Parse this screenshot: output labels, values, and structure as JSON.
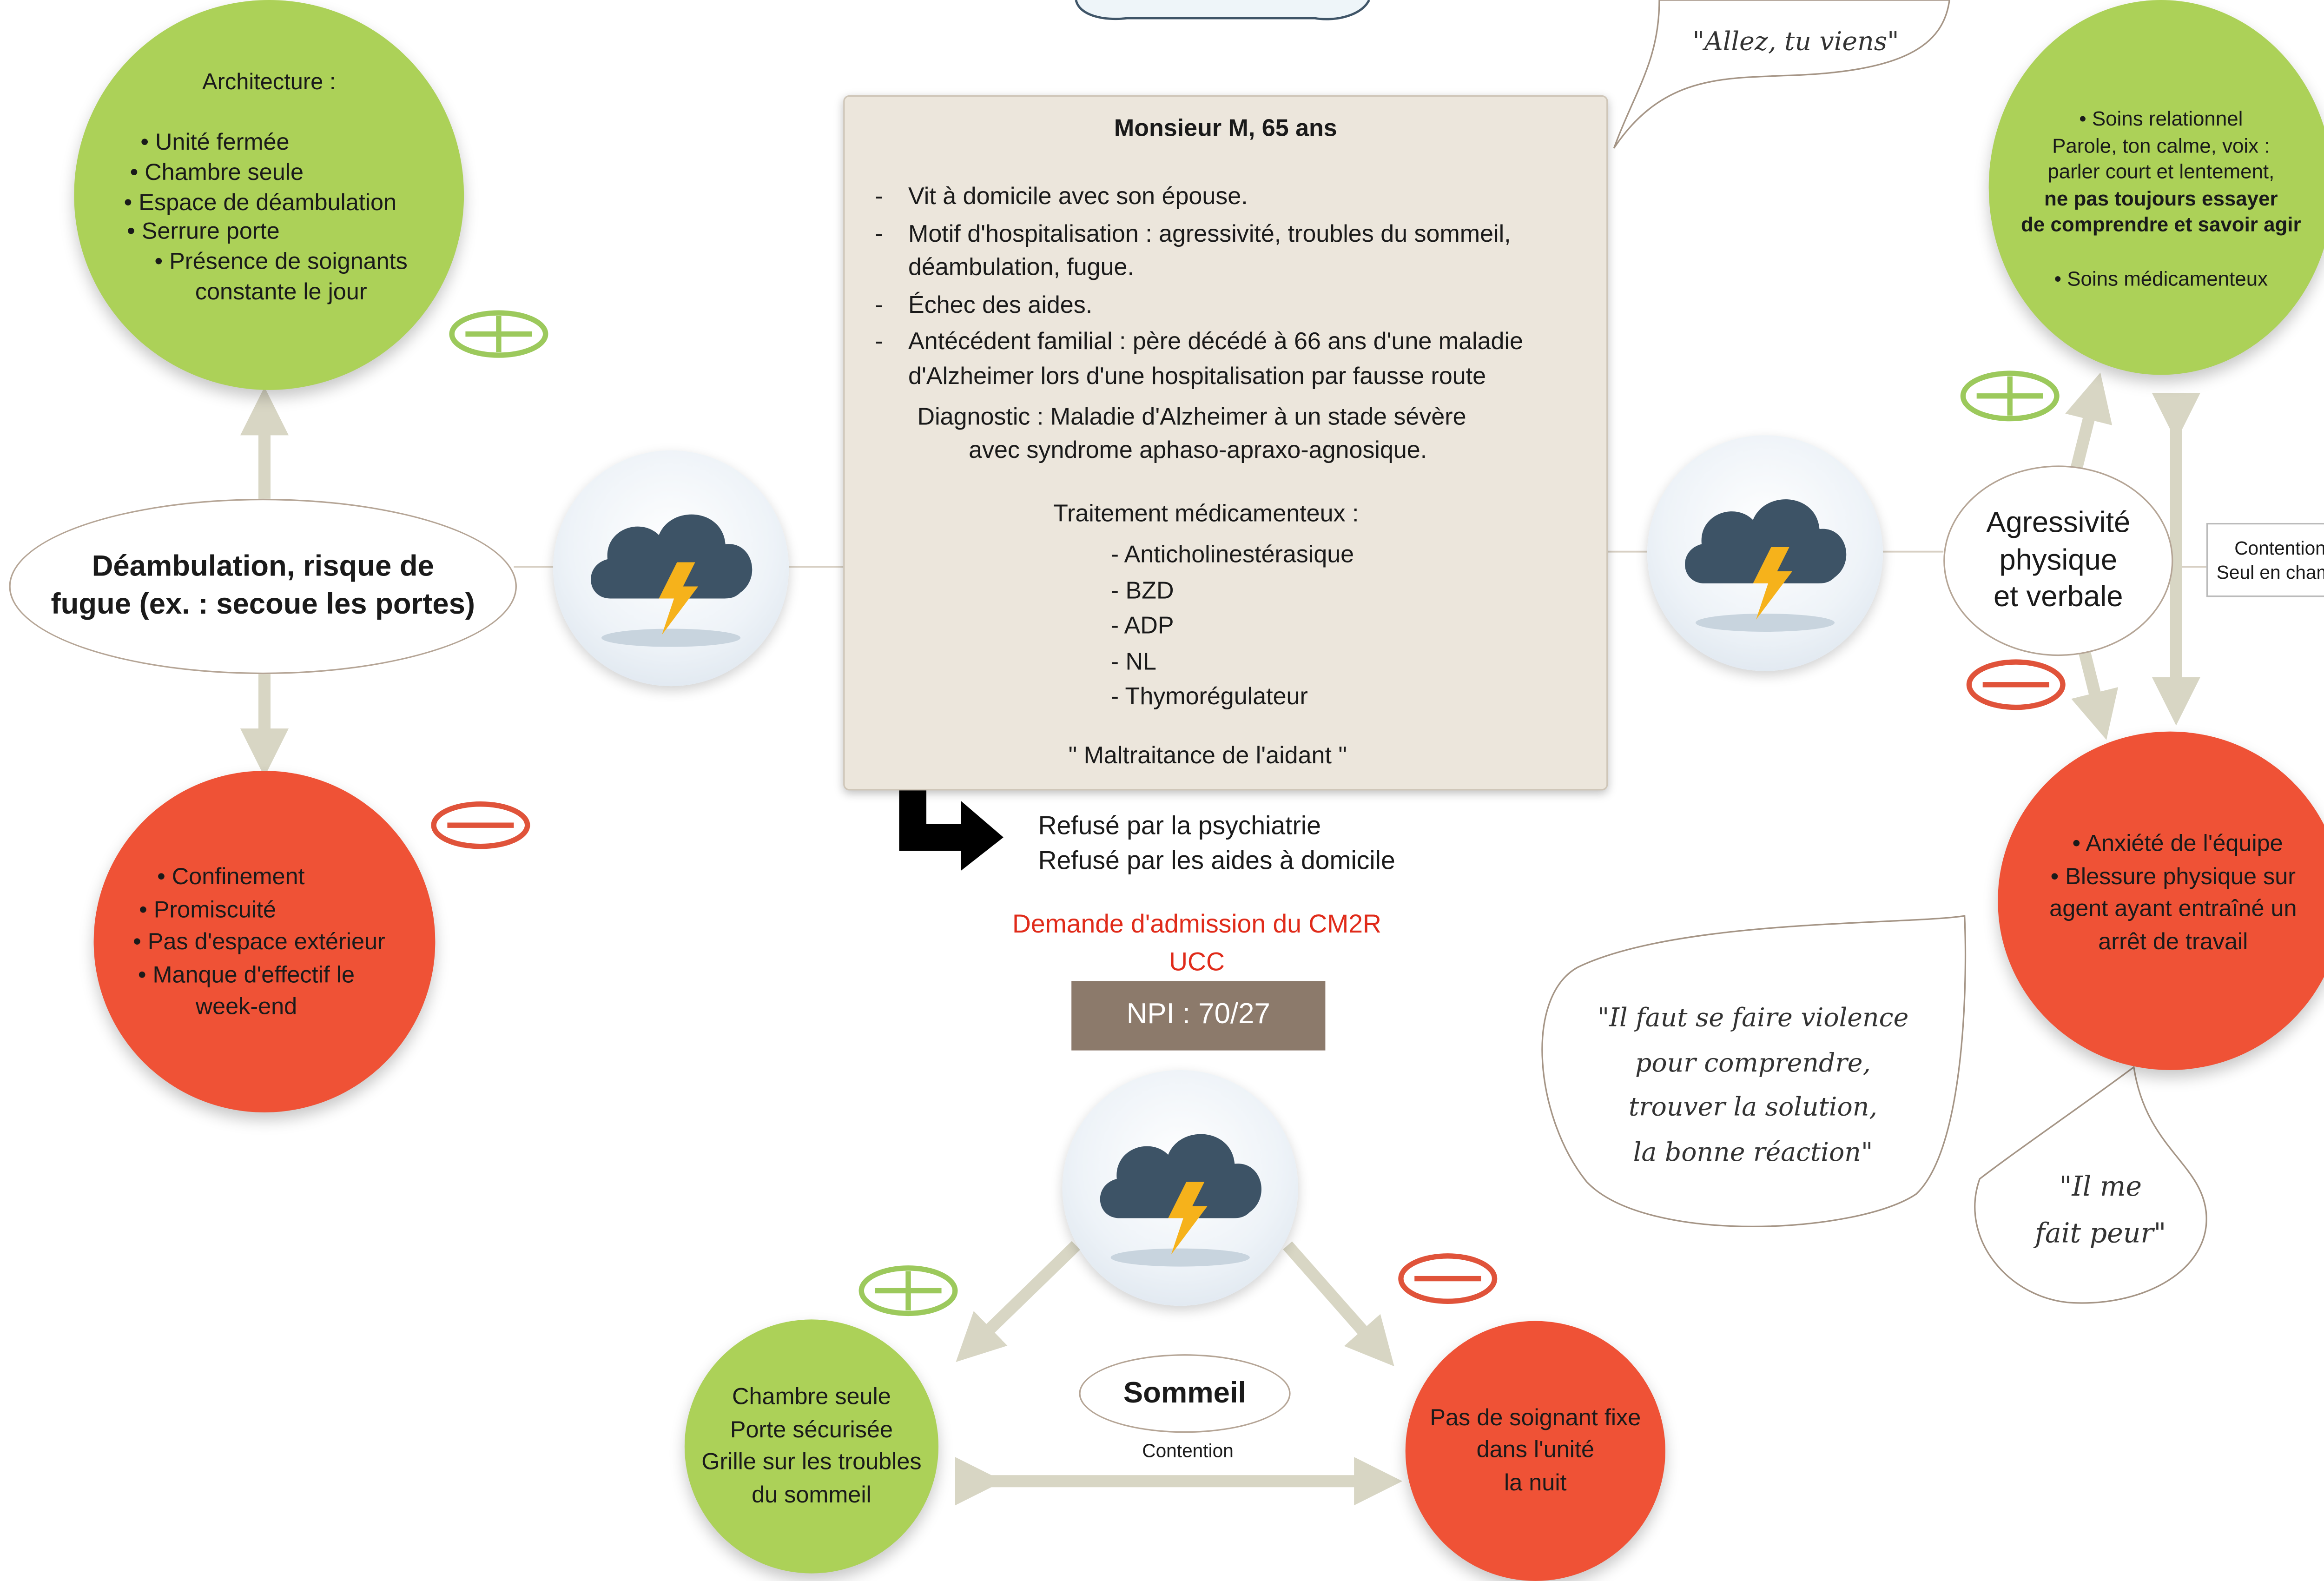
{
  "colors": {
    "green": "#acd158",
    "red": "#ef5236",
    "arrow": "#d8d6c4",
    "card": "#ece6dc",
    "npi": "#8c7a6b",
    "admission": "#e02b1a"
  },
  "icons": [
    "storm-cloud-icon",
    "plus-icon",
    "minus-icon"
  ],
  "top_bubble_text": "\"Allez, tu viens\"",
  "patient_card": {
    "title": "Monsieur M, 65 ans",
    "items": [
      "Vit à domicile avec son épouse.",
      "Motif d'hospitalisation : agressivité, troubles du sommeil, déambulation, fugue.",
      "Échec des aides.",
      "Antécédent familial : père décédé à 66 ans d'une maladie d'Alzheimer lors d'une hospitalisation par fausse route"
    ],
    "diagnosis_line1": "Diagnostic : Maladie d'Alzheimer à un stade sévère",
    "diagnosis_line2": "avec syndrome aphaso-apraxo-agnosique.",
    "treatment_title": "Traitement médicamenteux :",
    "treatments": [
      "- Anticholinestérasique",
      "- BZD",
      "- ADP",
      "- NL",
      "- Thymorégulateur"
    ],
    "caregiver_quote": "\" Maltraitance de l'aidant \""
  },
  "refusals": [
    "Refusé par la psychiatrie",
    "Refusé par les aides à domicile"
  ],
  "admission": [
    "Demande d'admission du CM2R",
    "UCC"
  ],
  "npi": "NPI : 70/27",
  "left": {
    "ellipse_line1": "Déambulation, risque de",
    "ellipse_line2": "fugue  (ex. : secoue  les portes)",
    "green_title": "Architecture :",
    "green_items": [
      "Unité fermée",
      "Chambre seule",
      "Espace de déambulation",
      "Serrure porte",
      "Présence de soignants constante le jour"
    ],
    "red_items": [
      "Confinement",
      "Promiscuité",
      "Pas d'espace extérieur",
      "Manque d'effectif le week-end"
    ]
  },
  "right": {
    "ellipse_lines": [
      "Agressivité",
      "physique",
      "et verbale"
    ],
    "green_item1": "Soins relationnel",
    "green_line2": "Parole, ton calme, voix :",
    "green_line3": "parler court et lentement,",
    "green_bold1": "ne pas toujours essayer",
    "green_bold2": "de comprendre et savoir agir",
    "green_item2": "Soins médicamenteux",
    "side_note": [
      "Contention ?",
      "Seul en chambre"
    ],
    "red_items": [
      "Anxiété de l'équipe",
      "Blessure physique sur agent ayant entraîné un arrêt de travail"
    ],
    "bubble_quote": [
      "\"Il faut se faire violence",
      "pour comprendre,",
      "trouver la solution,",
      "la bonne réaction\""
    ],
    "bubble_small": [
      "\"Il me",
      "fait peur\""
    ]
  },
  "bottom": {
    "ellipse_label": "Sommeil",
    "green_lines": [
      "Chambre seule",
      "Porte sécurisée",
      "Grille sur les troubles",
      "du sommeil"
    ],
    "red_lines": [
      "Pas de soignant fixe",
      "dans l'unité",
      "la nuit"
    ],
    "link_label": "Contention"
  }
}
